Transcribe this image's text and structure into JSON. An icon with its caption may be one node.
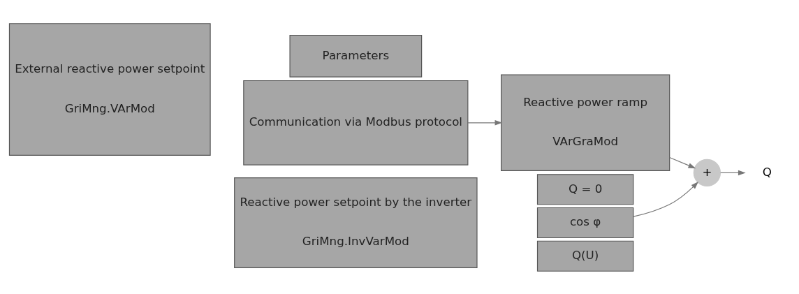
{
  "diagram": {
    "nodes": [
      {
        "text": [
          "External reactive power setpoint",
          "GriMng.VArMod"
        ]
      },
      {
        "text": [
          "Parameters"
        ]
      },
      {
        "text": [
          "Communication via Modbus protocol"
        ]
      },
      {
        "text": [
          "Reactive power ramp",
          "VArGraMod"
        ]
      },
      {
        "text": [
          "+"
        ]
      },
      {
        "text": [
          "Q"
        ]
      },
      {
        "text": [
          "Reactive power setpoint by the inverter",
          "GriMng.InvVarMod"
        ]
      },
      {
        "text": [
          "Q = 0"
        ]
      },
      {
        "text": [
          "cos φ"
        ]
      },
      {
        "text": [
          "Q(U)"
        ]
      }
    ],
    "edges": [
      {
        "from": 2,
        "to": 3,
        "arrow": "to"
      },
      {
        "from": 3,
        "to": 4,
        "arrow": "to"
      },
      {
        "from": 8,
        "to": 4,
        "arrow": "to"
      },
      {
        "from": 4,
        "to": 5,
        "arrow": "to"
      }
    ]
  }
}
